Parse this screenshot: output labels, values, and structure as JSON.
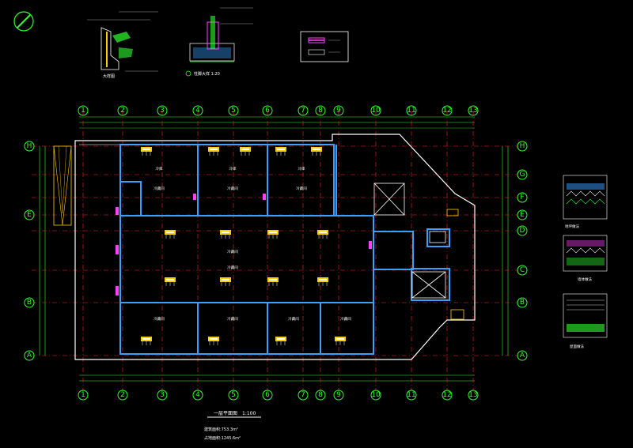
{
  "drawing": {
    "plan_title": "一层平面图",
    "plan_scale": "1:100",
    "area_line_1": "建筑面积:753.3m²",
    "area_line_2": "占地面积:1245.6m²"
  },
  "axes": {
    "columns": [
      "1",
      "2",
      "3",
      "4",
      "5",
      "6",
      "7",
      "8",
      "9",
      "10",
      "11",
      "12",
      "13"
    ],
    "rows": [
      "A",
      "B",
      "C",
      "D",
      "E",
      "F",
      "G",
      "H"
    ]
  },
  "room_labels": [
    "冷库",
    "冷库",
    "冷库",
    "冷藏间",
    "冷藏间",
    "冷藏间",
    "冷藏间",
    "冷藏间",
    "冷藏间",
    "冷藏间",
    "冷藏间",
    "冷藏间"
  ],
  "details": {
    "detail_1_label": "大样图",
    "detail_2_label": "柱脚大样 1:20",
    "section_1_label": "地坪做法",
    "section_2_label": "墙体做法",
    "section_3_label": "屋面做法"
  },
  "colors": {
    "background": "#000000",
    "axis_green": "#30ff30",
    "wall_blue": "#3aa0ff",
    "grid_red": "#ff2020",
    "outline_white": "#ffffff",
    "accent_magenta": "#ff40ff",
    "accent_yellow": "#ffd000"
  }
}
